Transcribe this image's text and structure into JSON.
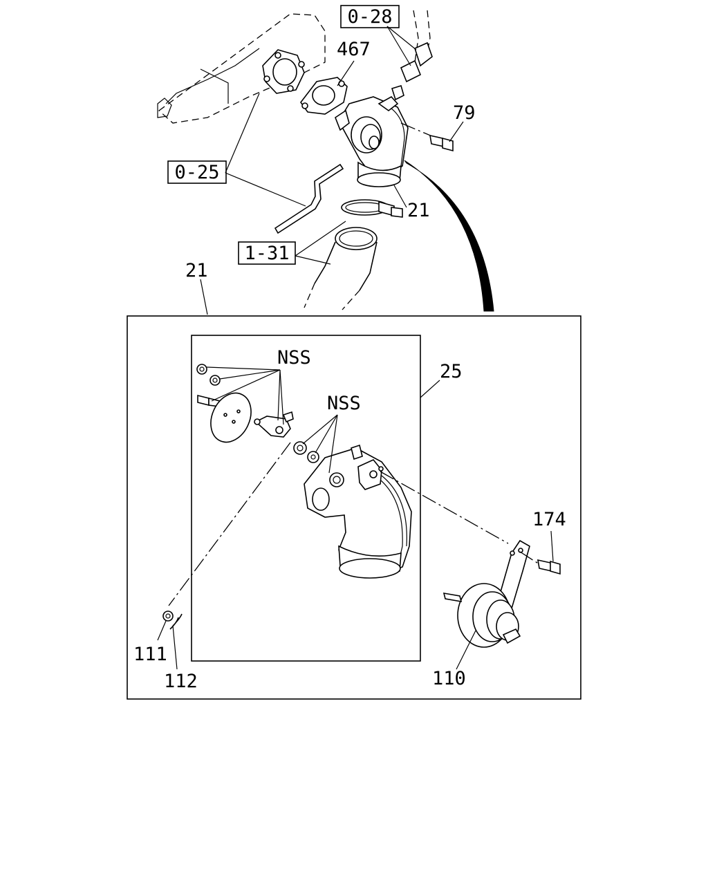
{
  "callouts": {
    "ref_0_28": "0-28",
    "ref_0_25": "0-25",
    "ref_1_31": "1-31",
    "p467": "467",
    "p79": "79",
    "p21_top": "21",
    "p21_detail": "21",
    "p25": "25",
    "nss_1": "NSS",
    "nss_2": "NSS",
    "p174": "174",
    "p110": "110",
    "p111": "111",
    "p112": "112"
  }
}
